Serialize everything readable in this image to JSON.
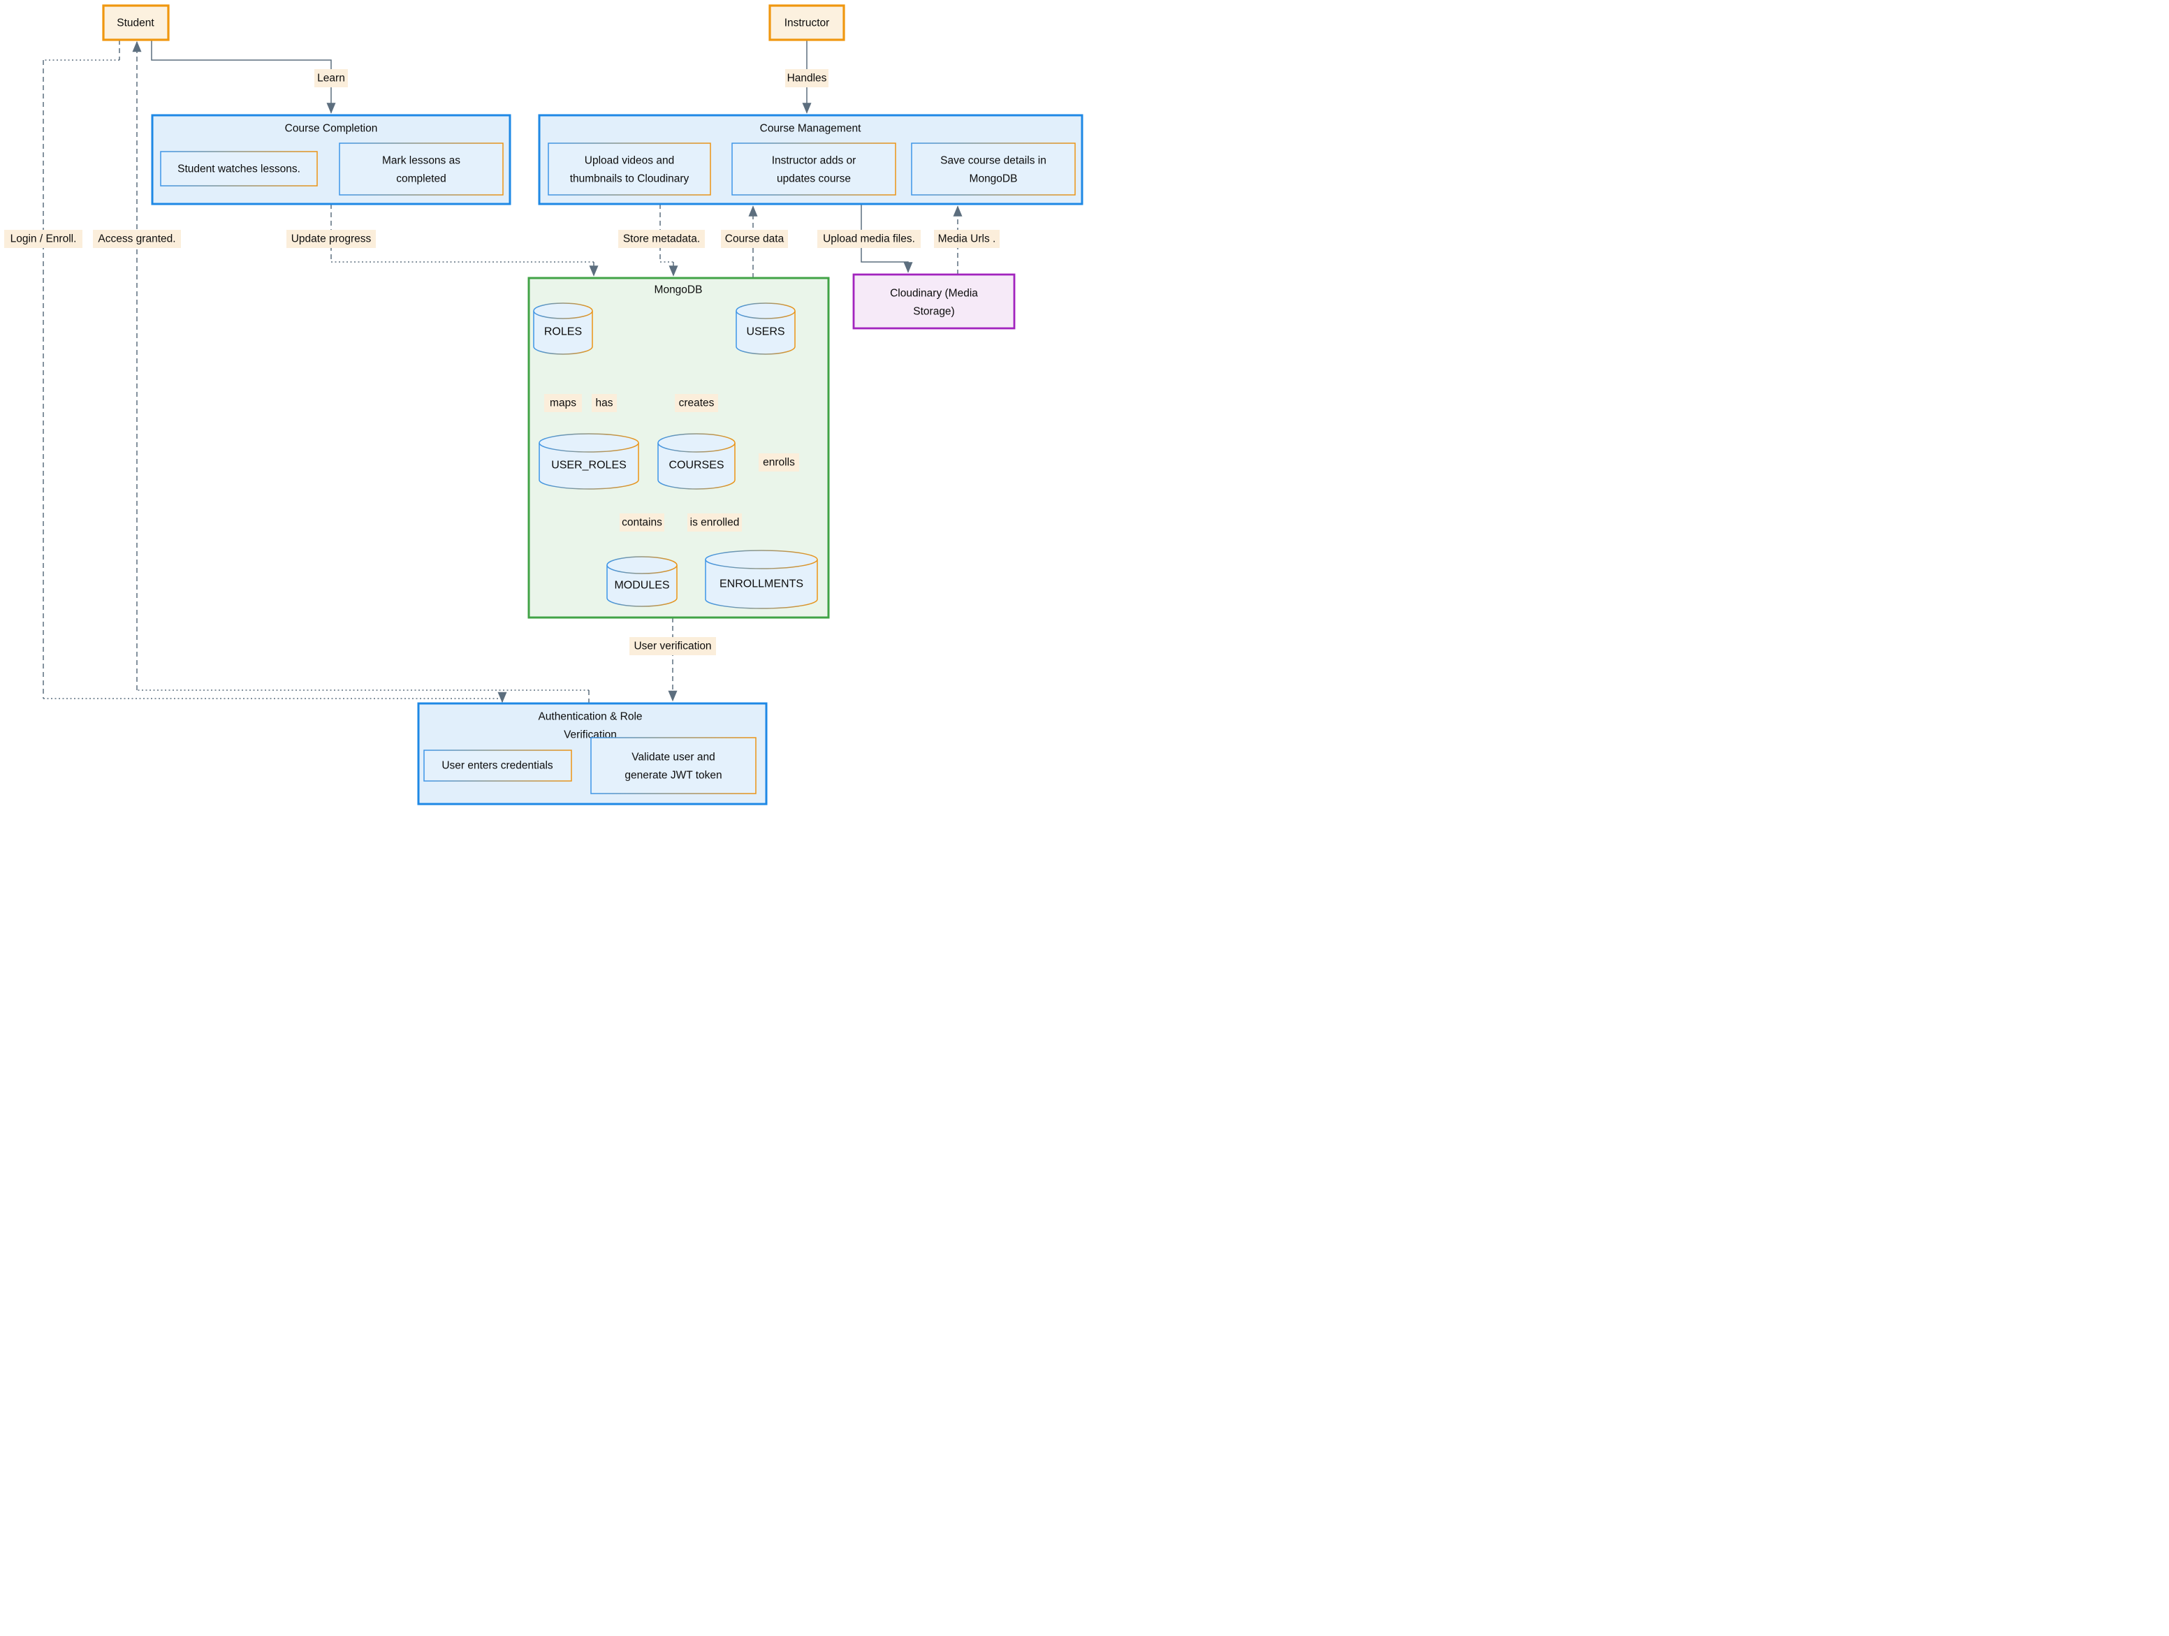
{
  "colors": {
    "actor_fill": "#FCF1DF",
    "actor_border": "#F0970F",
    "blue_fill": "#E1EFFB",
    "blue_border": "#1E88E5",
    "node_fill": "#E4F1FC",
    "green_fill": "#EAF5EA",
    "green_border": "#41A346",
    "purple_fill": "#F6EAF8",
    "purple_border": "#A224BE",
    "label_bg": "#FBEEDB",
    "edge": "#5C6E7E",
    "grad_blue": "#3D95E8",
    "grad_orange": "#EC9414",
    "text": "#0D0D0D"
  },
  "actors": {
    "student": "Student",
    "instructor": "Instructor"
  },
  "course_completion": {
    "title": "Course Completion",
    "watch": "Student watches lessons.",
    "mark_line1": "Mark lessons as",
    "mark_line2": "completed"
  },
  "course_management": {
    "title": "Course Management",
    "upload_line1": "Upload videos and",
    "upload_line2": "thumbnails to Cloudinary",
    "adds_line1": "Instructor adds or",
    "adds_line2": "updates course",
    "save_line1": "Save course details in",
    "save_line2": "MongoDB"
  },
  "cloudinary": {
    "line1": "Cloudinary (Media",
    "line2": "Storage)"
  },
  "mongodb": {
    "title": "MongoDB",
    "roles": "ROLES",
    "users": "USERS",
    "user_roles": "USER_ROLES",
    "courses": "COURSES",
    "modules": "MODULES",
    "enrollments": "ENROLLMENTS"
  },
  "auth": {
    "title_line1": "Authentication & Role",
    "title_line2": "Verification",
    "credentials": "User enters credentials",
    "validate_line1": "Validate user and",
    "validate_line2": "generate JWT token"
  },
  "edges": {
    "learn": "Learn",
    "handles": "Handles",
    "login": "Login / Enroll.",
    "access": "Access granted.",
    "update_progress": "Update progress",
    "store_metadata": "Store metadata.",
    "course_data": "Course data",
    "upload_media": "Upload media files.",
    "media_urls": "Media Urls .",
    "maps": "maps",
    "has": "has",
    "creates": "creates",
    "enrolls": "enrolls",
    "contains": "contains",
    "is_enrolled": "is enrolled",
    "user_verification": "User verification"
  }
}
